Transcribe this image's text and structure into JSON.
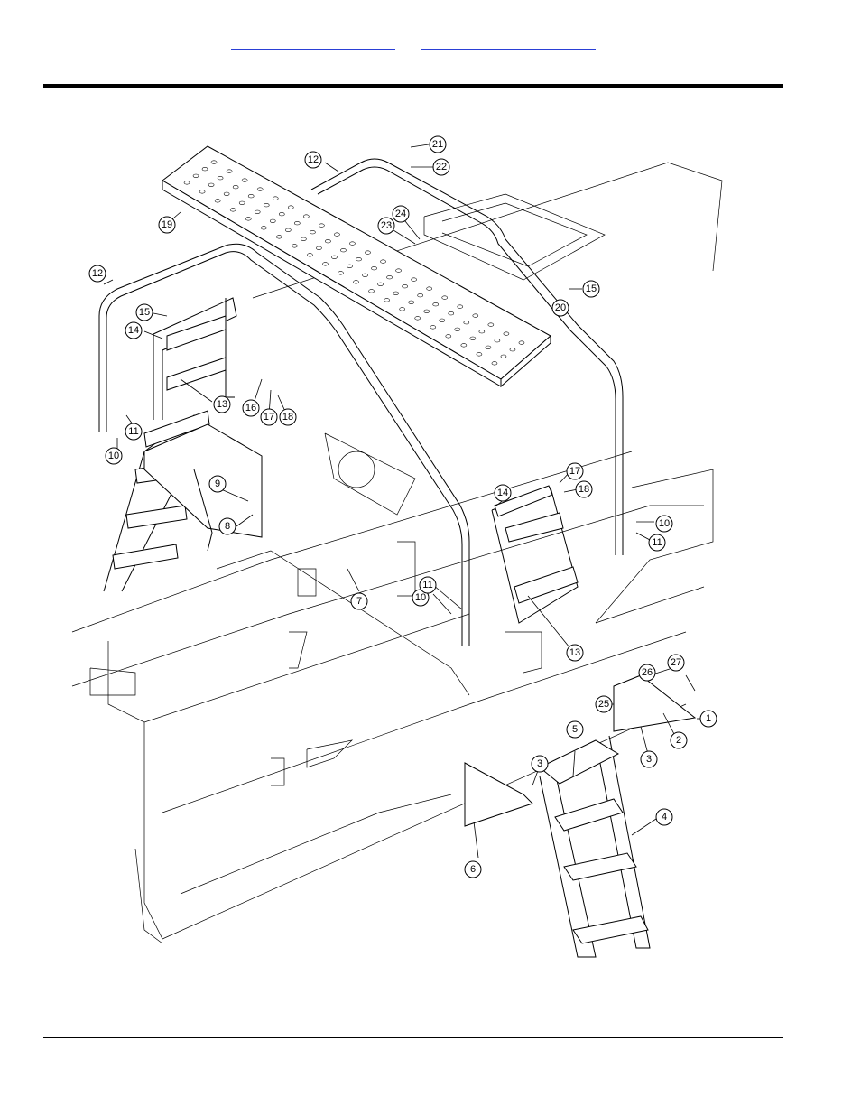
{
  "header": {
    "links": [
      {
        "label": ""
      },
      {
        "label": ""
      }
    ]
  },
  "callouts": [
    "1",
    "2",
    "3",
    "3",
    "4",
    "5",
    "6",
    "7",
    "8",
    "9",
    "10",
    "10",
    "10",
    "11",
    "11",
    "11",
    "12",
    "12",
    "13",
    "13",
    "14",
    "14",
    "15",
    "15",
    "16",
    "17",
    "17",
    "18",
    "18",
    "19",
    "20",
    "21",
    "22",
    "23",
    "24",
    "25",
    "26",
    "27"
  ]
}
